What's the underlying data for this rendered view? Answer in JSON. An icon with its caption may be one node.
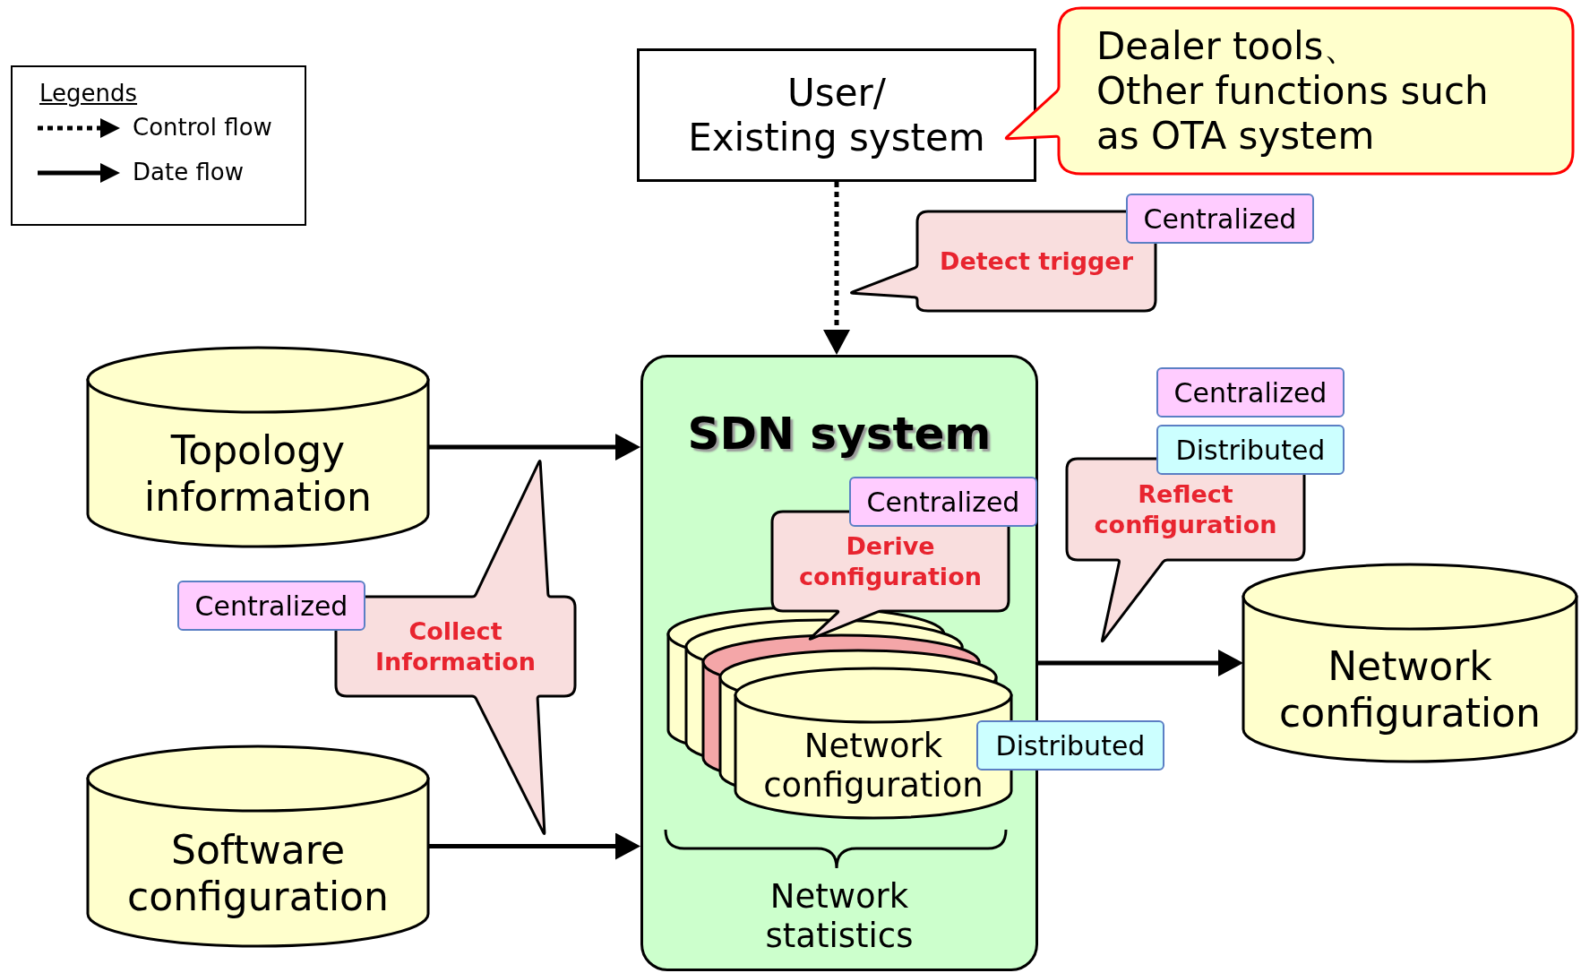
{
  "diagram": {
    "nodes": [
      {
        "text": [
          "User/ Existing system"
        ]
      },
      {
        "text": [
          "Dealer tools、 Other functions such as OTA system"
        ]
      },
      {
        "text": [
          "Centralized"
        ]
      },
      {
        "text": [
          "Detect trigger"
        ]
      },
      {
        "text": [
          "Topology information"
        ]
      },
      {
        "text": [
          "SDN system",
          "Network statistics"
        ]
      },
      {
        "text": [
          "Centralized"
        ],
        "in": 5
      },
      {
        "text": [
          "Derive configuration"
        ],
        "in": 5
      },
      {
        "text": [
          "Network configuration"
        ],
        "in": 5
      },
      {
        "text": [
          "Distributed"
        ]
      },
      {
        "text": [
          "Centralized"
        ]
      },
      {
        "text": [
          "Distributed"
        ]
      },
      {
        "text": [
          "Reflect configuration"
        ]
      },
      {
        "text": [
          "Network configuration"
        ]
      },
      {
        "text": [
          "Centralized"
        ]
      },
      {
        "text": [
          "Collect Information"
        ]
      },
      {
        "text": [
          "Software configuration"
        ]
      }
    ],
    "edges": [
      {
        "from": 0,
        "to": 5,
        "arrow": "to",
        "style": "dashed"
      },
      {
        "from": 4,
        "to": 5,
        "arrow": "to"
      },
      {
        "from": 16,
        "to": 5,
        "arrow": "to"
      },
      {
        "from": 5,
        "to": 13,
        "arrow": "to"
      }
    ],
    "labels": [
      "Legends"
    ],
    "legend": [
      {
        "text": "Control flow"
      },
      {
        "text": "Date flow"
      }
    ]
  }
}
